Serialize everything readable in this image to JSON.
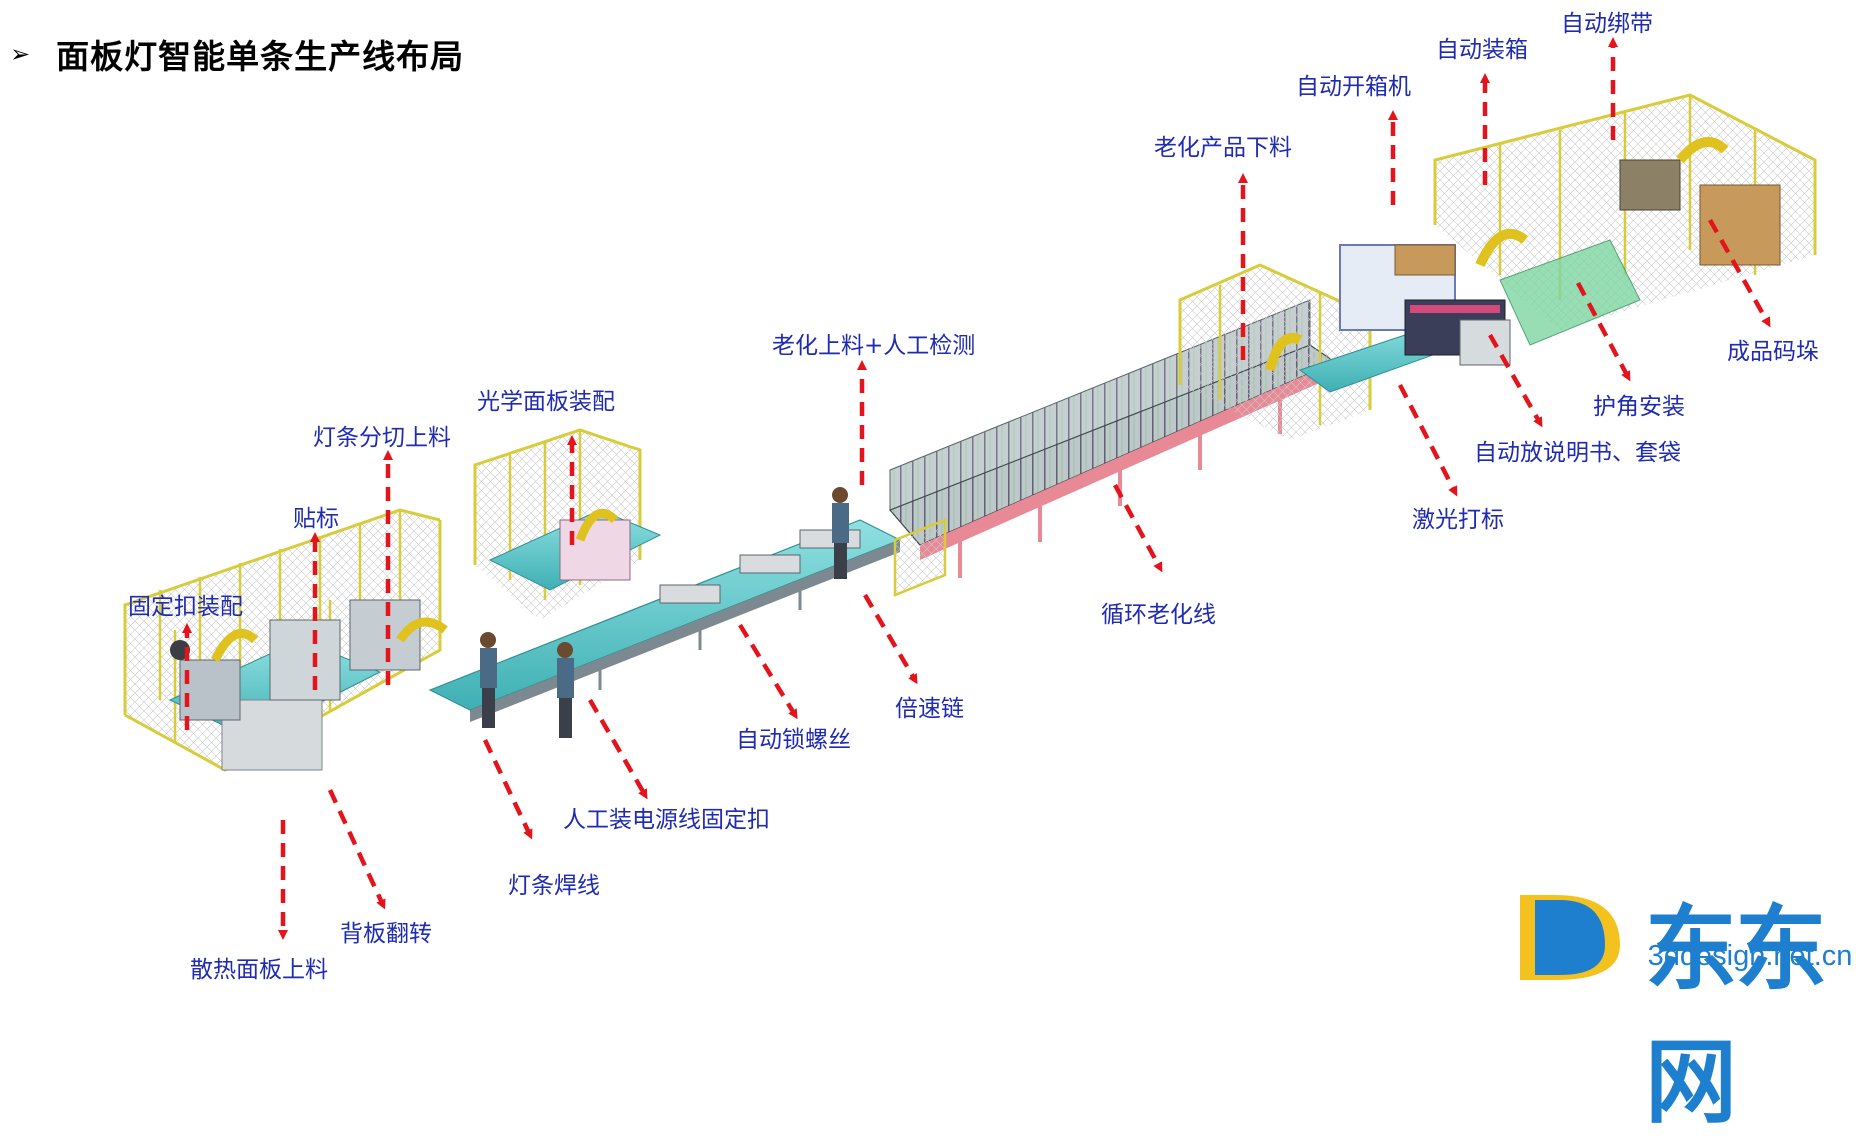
{
  "title": {
    "bullet": "➢",
    "text": "面板灯智能单条生产线布局"
  },
  "labels": {
    "auto_strapping": "自动绑带",
    "auto_packing": "自动装箱",
    "auto_box_opening": "自动开箱机",
    "aging_product_unloading": "老化产品下料",
    "finished_stacking": "成品码垛",
    "corner_install": "护角安装",
    "manual_bag": "自动放说明书、套袋",
    "laser_marking": "激光打标",
    "aging_loading_inspection": "老化上料+人工检测",
    "cyclic_aging_line": "循环老化线",
    "optical_panel_assembly": "光学面板装配",
    "light_bar_cutting": "灯条分切上料",
    "labeling": "贴标",
    "clip_assembly": "固定扣装配",
    "speed_chain": "倍速链",
    "auto_screw": "自动锁螺丝",
    "manual_power_clip": "人工装电源线固定扣",
    "light_bar_welding": "灯条焊线",
    "backplate_flip": "背板翻转",
    "heatsink_loading": "散热面板上料"
  },
  "watermark": {
    "logo_letter": "D",
    "brand_text": "东东网",
    "site": "3ddesign.net.cn"
  },
  "colors": {
    "label_text": "#1f2bb0",
    "arrow": "#e3141b",
    "fence": "#d8cc3a",
    "conveyor": "#5fc7c9",
    "brand": "#1f7fcf"
  }
}
